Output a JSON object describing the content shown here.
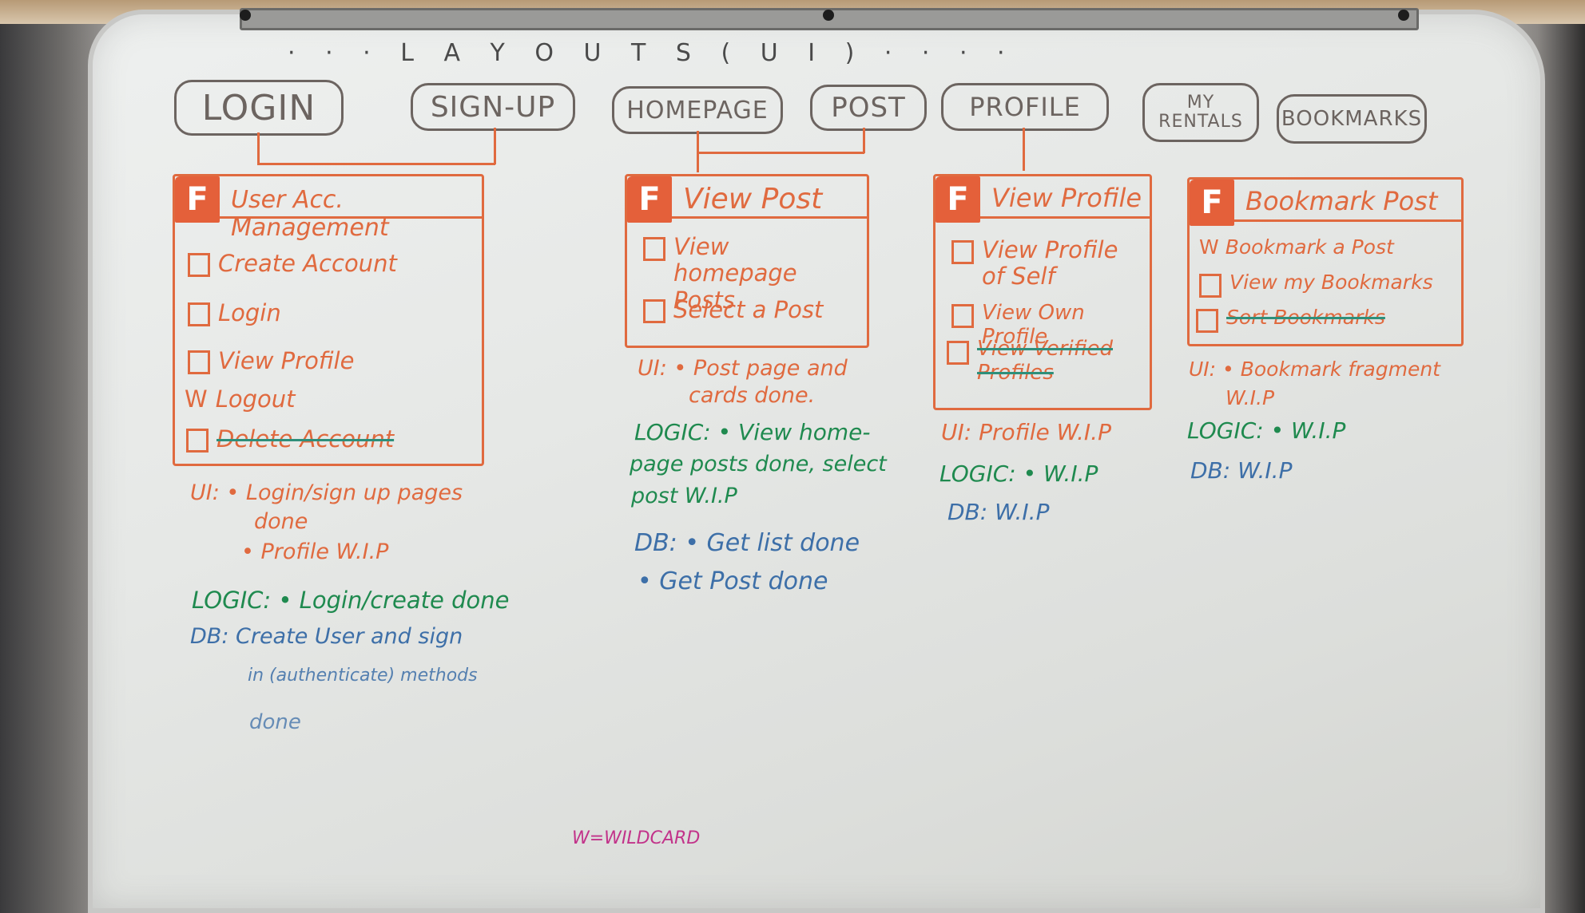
{
  "board_title": "· · ·  L A Y O U T S  ( U I ) · · · ·",
  "pages": [
    "LOGIN",
    "SIGN-UP",
    "HOMEPAGE",
    "POST",
    "PROFILE",
    "MY RENTALS",
    "BOOKMARKS"
  ],
  "feature_marker": "F",
  "wildcard_symbol": "W",
  "cards": {
    "user_acc": {
      "title": "User Acc. Management",
      "items": [
        "Create Account",
        "Login",
        "View Profile",
        "Logout",
        "Delete Account"
      ]
    },
    "view_post": {
      "title": "View Post",
      "items": [
        "View homepage Posts",
        "Select a Post"
      ]
    },
    "view_profile": {
      "title": "View Profile",
      "items": [
        "View Profile of Self",
        "View Own Profile",
        "View Verified Profiles"
      ]
    },
    "bookmark": {
      "title": "Bookmark Post",
      "items": [
        "Bookmark a Post",
        "View my Bookmarks",
        "Sort Bookmarks"
      ]
    }
  },
  "notes": {
    "col1": {
      "ui_1": "UI: • Login/sign up pages",
      "ui_1b": "done",
      "ui_2": "• Profile W.I.P",
      "logic": "LOGIC: • Login/create done",
      "db_1": "DB: Create User and sign",
      "db_2": "in (authenticate) methods",
      "db_3": "done"
    },
    "col2": {
      "ui_1": "UI: • Post page and",
      "ui_2": "cards done.",
      "logic_1": "LOGIC: • View home-",
      "logic_2": "page posts done, select",
      "logic_3": "post W.I.P",
      "db_1": "DB: • Get list done",
      "db_2": "• Get Post done"
    },
    "col3": {
      "ui": "UI: Profile W.I.P",
      "logic": "LOGIC: • W.I.P",
      "db": "DB: W.I.P"
    },
    "col4": {
      "ui_1": "UI: • Bookmark fragment",
      "ui_2": "W.I.P",
      "logic": "LOGIC: • W.I.P",
      "db": "DB: W.I.P"
    }
  },
  "legend": "W=WILDCARD",
  "colors": {
    "orange": "#e06a3f",
    "green": "#1f8a4f",
    "blue": "#3d6fa8",
    "magenta": "#c2338a"
  }
}
